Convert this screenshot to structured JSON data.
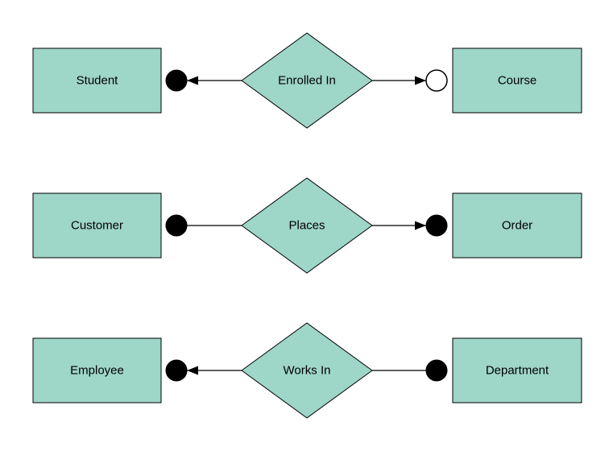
{
  "diagram": {
    "type": "entity-relationship",
    "background": "#ffffff",
    "colors": {
      "entity_fill": "#9ed6c8",
      "relationship_fill": "#9ed6c8",
      "shape_border": "#000000",
      "connector": "#000000",
      "terminal_filled": "#000000",
      "terminal_open_fill": "#ffffff",
      "text": "#000000"
    },
    "rows": [
      {
        "left_entity": "Student",
        "relationship": "Enrolled In",
        "right_entity": "Course",
        "left_terminal": "filled-circle",
        "right_terminal": "open-circle",
        "left_arrow": true,
        "right_arrow": true
      },
      {
        "left_entity": "Customer",
        "relationship": "Places",
        "right_entity": "Order",
        "left_terminal": "filled-circle",
        "right_terminal": "filled-circle",
        "left_arrow": false,
        "right_arrow": true
      },
      {
        "left_entity": "Employee",
        "relationship": "Works In",
        "right_entity": "Department",
        "left_terminal": "filled-circle",
        "right_terminal": "filled-circle",
        "left_arrow": true,
        "right_arrow": false
      }
    ]
  }
}
